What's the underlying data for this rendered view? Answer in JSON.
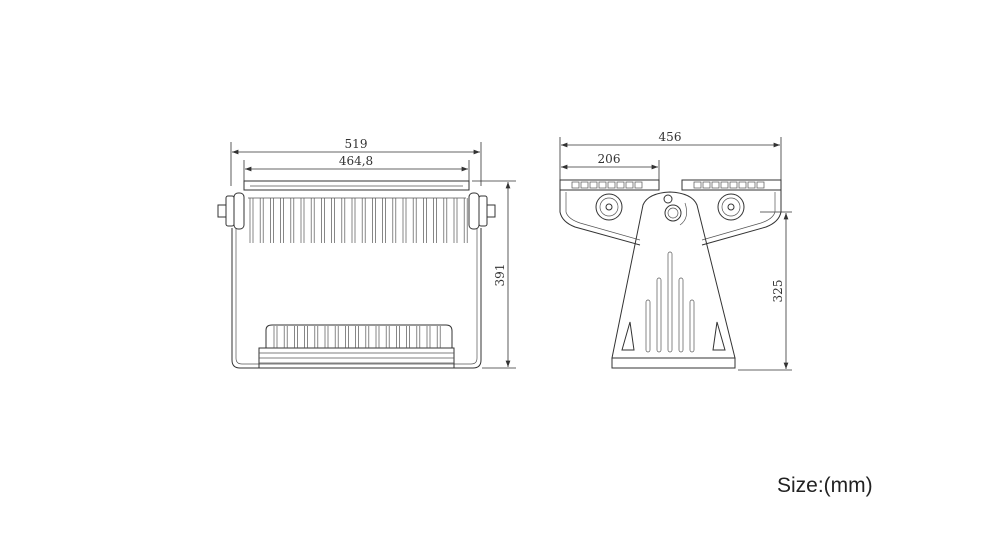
{
  "front_view": {
    "overall_width": "519",
    "inner_width": "464,8",
    "height": "391"
  },
  "side_view": {
    "overall_width": "456",
    "half_width": "206",
    "height": "325"
  },
  "size_label": "Size:(mm)",
  "colors": {
    "line": "#333333",
    "background": "#ffffff"
  }
}
